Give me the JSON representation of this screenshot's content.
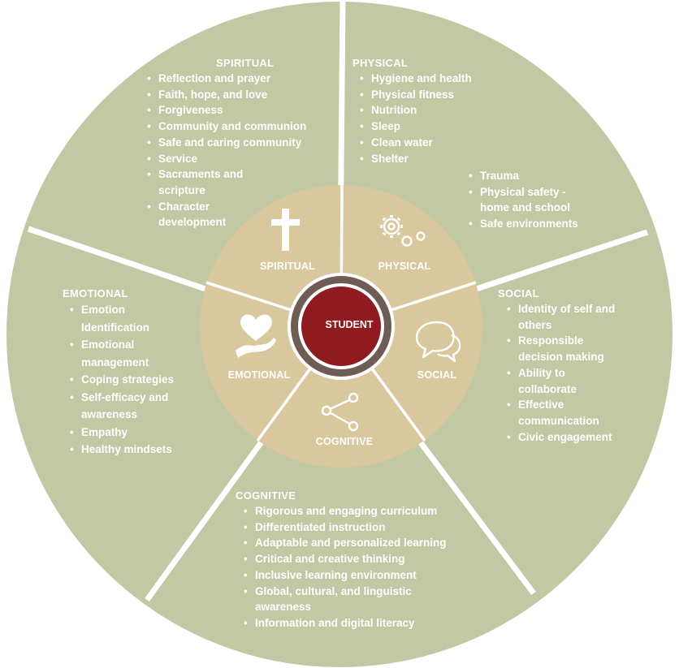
{
  "center": {
    "label": "STUDENT"
  },
  "colors": {
    "outer_ring": "#c2c8a4",
    "inner_ring": "#d9c79d",
    "divider": "#ffffff",
    "hub_ring": "#6f5d55",
    "hub_fill": "#8f1a1f",
    "text": "#ffffff"
  },
  "inner_labels": {
    "spiritual": "SPIRITUAL",
    "physical": "PHYSICAL",
    "social": "SOCIAL",
    "cognitive": "COGNITIVE",
    "emotional": "EMOTIONAL"
  },
  "icons": {
    "spiritual": "cross-icon",
    "physical": "gears-icon",
    "social": "speech-bubbles-icon",
    "cognitive": "share-nodes-icon",
    "emotional": "heart-in-hand-icon"
  },
  "sections": {
    "spiritual": {
      "heading": "SPIRITUAL",
      "items": [
        "Reflection and prayer",
        "Faith, hope, and love",
        "Forgiveness",
        "Community and communion",
        "Safe and caring community",
        "Service",
        "Sacraments and scripture",
        "Character development"
      ]
    },
    "physical": {
      "heading": "PHYSICAL",
      "items": [
        "Hygiene and health",
        "Physical fitness",
        "Nutrition",
        "Sleep",
        "Clean water",
        "Shelter"
      ],
      "items2": [
        "Trauma",
        "Physical safety - home and school",
        "Safe environments"
      ]
    },
    "social": {
      "heading": "SOCIAL",
      "items": [
        "Identity of self and others",
        "Responsible decision making",
        "Ability to collaborate",
        "Effective communication",
        "Civic engagement"
      ]
    },
    "emotional": {
      "heading": "EMOTIONAL",
      "items": [
        "Emotion Identification",
        "Emotional management",
        "Coping strategies",
        "Self-efficacy and awareness",
        "Empathy",
        "Healthy mindsets"
      ]
    },
    "cognitive": {
      "heading": "COGNITIVE",
      "items": [
        "Rigorous and engaging curriculum",
        "Differentiated instruction",
        "Adaptable and personalized learning",
        "Critical and creative thinking",
        "Inclusive learning environment",
        "Global, cultural, and linguistic awareness",
        "Information and digital literacy"
      ]
    }
  }
}
